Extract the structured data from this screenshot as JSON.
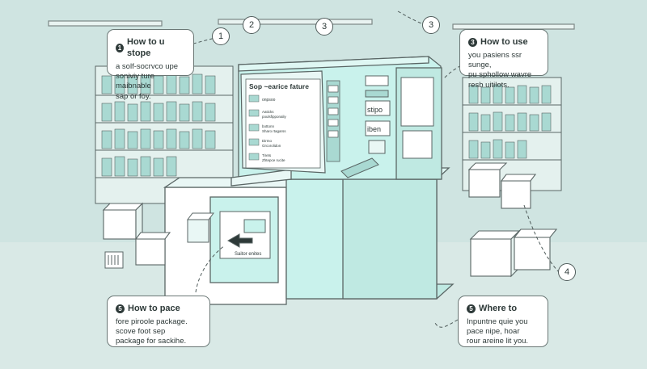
{
  "callouts": [
    {
      "number": "1",
      "title": "How to u stope",
      "lines": [
        "a solf-socrvco upe",
        "soniviy ture maibnable",
        "sap or foy."
      ]
    },
    {
      "number": "3",
      "title": "How to use",
      "lines": [
        "you pasiens ssr sunge,",
        "pu sphollow wavre",
        "resb uitilots."
      ]
    },
    {
      "number": "5",
      "title": "How to pace",
      "lines": [
        "fore piroole package.",
        "scove foot sep",
        "package for sackihe."
      ]
    },
    {
      "number": "5",
      "title": "Where to",
      "lines": [
        "Inpuntne quie you",
        "pace nipe, hoar",
        "rour areine lit you."
      ]
    }
  ],
  "markers": {
    "m1": "1",
    "m2": "2",
    "m3a": "3",
    "m3b": "3",
    "m4": "4"
  },
  "kiosk": {
    "screen_title": "Sop ~earice fature",
    "screen_rows": [
      {
        "label": "onpsoo",
        "value": ""
      },
      {
        "label": "Aaticks",
        "value": "poulsfipponaliy"
      },
      {
        "label": "bottonn",
        "value": "Sharo rtagarss"
      },
      {
        "label": "Dirmo",
        "value": "Grcorolidon"
      },
      {
        "label": "Tirets",
        "value": "Zhtepce rucite"
      }
    ],
    "side_label_top": "stipo",
    "side_label_mid": "iben",
    "slot_label": "Saitor enites"
  },
  "colors": {
    "kiosk": "#c9f2ec",
    "outline": "#5a6665",
    "background": "#cfe4e1"
  }
}
